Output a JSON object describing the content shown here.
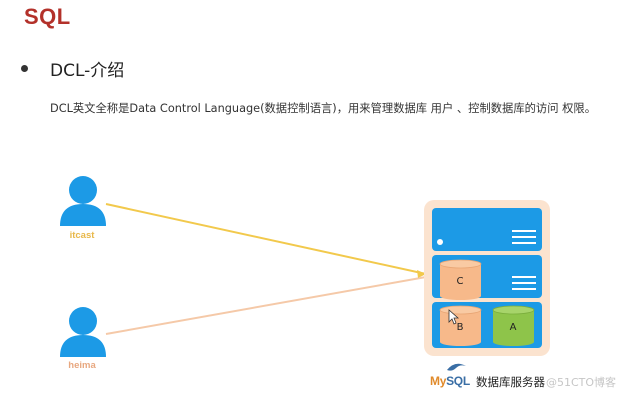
{
  "header": {
    "title": "SQL"
  },
  "section": {
    "title": "DCL-介绍"
  },
  "description": "DCL英文全称是Data Control Language(数据控制语言)，用来管理数据库 用户 、控制数据库的访问 权限。",
  "users": [
    {
      "name": "itcast",
      "color": "#f2c14b"
    },
    {
      "name": "heima",
      "color": "#f5c9a8"
    }
  ],
  "server": {
    "caption": "数据库服务器",
    "logo_my": "My",
    "logo_sql": "SQL",
    "databases": [
      "C",
      "B",
      "A"
    ],
    "colors": {
      "frame": "#fbe3cf",
      "panel": "#1c9ae6",
      "db_orange": "#f7b98a",
      "db_green": "#8ec44a"
    }
  },
  "watermark": "@51CTO博客",
  "colors": {
    "title_red": "#b3312a",
    "user_blue": "#1c9ae6"
  }
}
